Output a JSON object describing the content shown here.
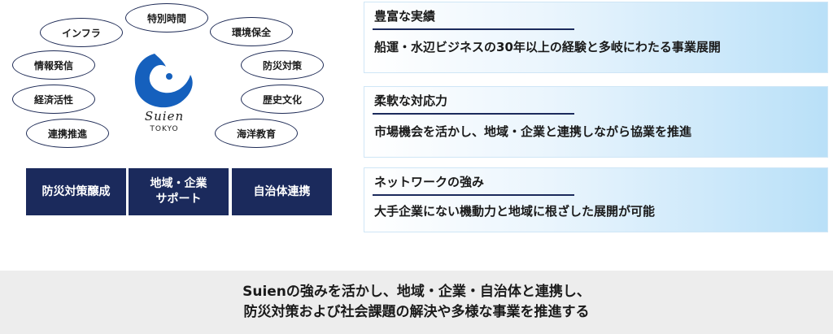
{
  "ovals": {
    "tokubetsu_jikan": "特別時間",
    "infura": "インフラ",
    "kankyo_hozen": "環境保全",
    "joho_hasshin": "情報発信",
    "bosai_taisaku": "防災対策",
    "keizai_kassei": "経済活性",
    "rekishi_bunka": "歴史文化",
    "renkei_suishin": "連携推進",
    "kaiyo_kyoiku": "海洋教育"
  },
  "logo": {
    "name": "Suien",
    "sub": "TOKYO"
  },
  "boxes": {
    "bosai": "防災対策醸成",
    "chiiki_line1": "地域・企業",
    "chiiki_line2": "サポート",
    "jichitai": "自治体連携"
  },
  "panels": [
    {
      "title": "豊富な実績",
      "body": "船運・水辺ビジネスの30年以上の経験と多岐にわたる事業展開"
    },
    {
      "title": "柔軟な対応力",
      "body": "市場機会を活かし、地域・企業と連携しながら協業を推進"
    },
    {
      "title": "ネットワークの強み",
      "body": "大手企業にない機動力と地域に根ざした展開が可能"
    }
  ],
  "footer": {
    "line1": "Suienの強みを活かし、地域・企業・自治体と連携し、",
    "line2": "防災対策および社会課題の解決や多様な事業を推進する"
  },
  "colors": {
    "navy": "#1b2a5c",
    "logo_blue": "#1560bd",
    "panel_blue": "#b9e0f8",
    "footer_gray": "#ededed"
  }
}
